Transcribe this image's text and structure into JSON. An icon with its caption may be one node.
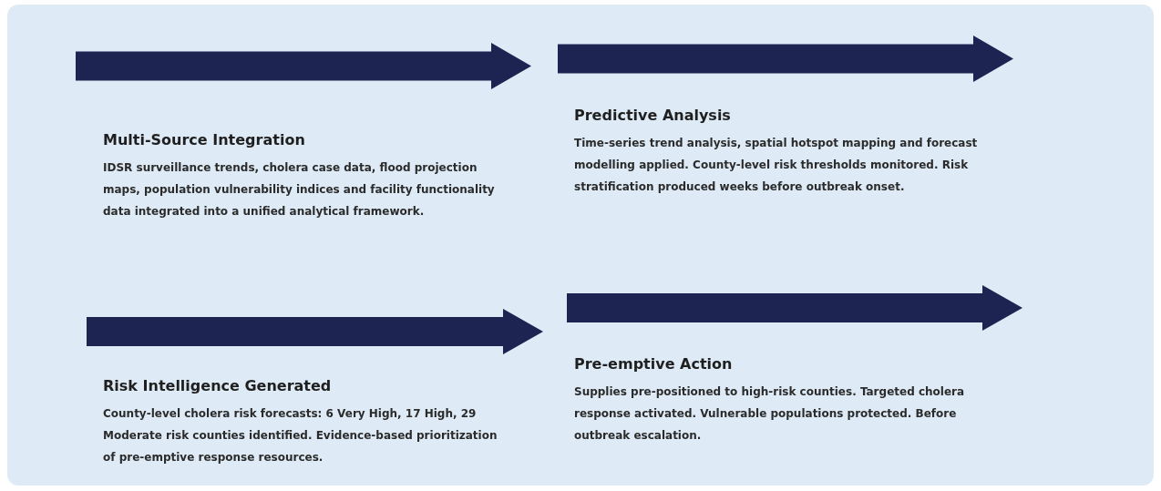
{
  "diagram": {
    "labels": [
      "Multi-Source Integration",
      "IDSR surveillance trends, cholera case data, flood projection maps, population vulnerability indices and facility functionality data integrated into a unified analytical framework.",
      "Predictive Analysis",
      "Time-series trend analysis, spatial hotspot mapping and forecast modelling applied. County-level risk thresholds monitored. Risk stratification produced weeks before outbreak onset.",
      "Risk Intelligence Generated",
      "County-level cholera risk forecasts: 6 Very High, 17 High, 29 Moderate risk counties identified. Evidence-based prioritization of pre-emptive response resources.",
      "Pre-emptive Action",
      "Supplies pre-positioned to high-risk counties. Targeted cholera response activated. Vulnerable populations protected. Before outbreak escalation."
    ]
  }
}
